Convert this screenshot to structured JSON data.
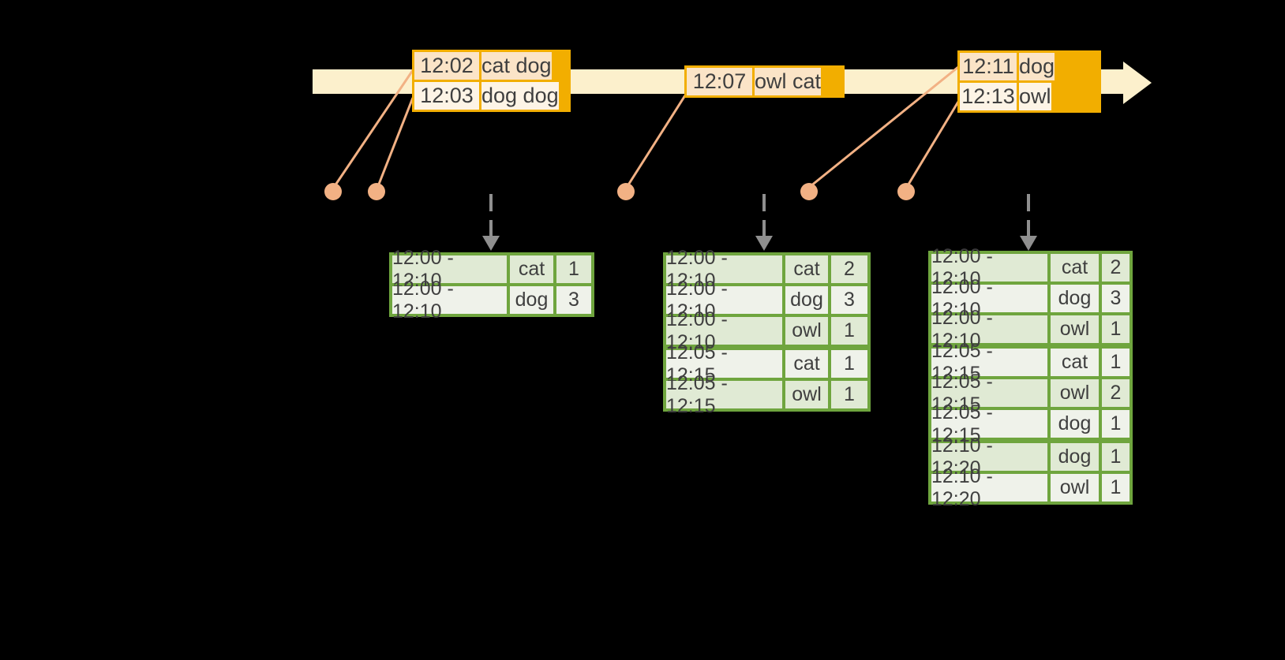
{
  "colors": {
    "event_table_border": "#F2AE00",
    "event_row_dark": "#FBE4C7",
    "event_row_light": "#FDF4E6",
    "timeline_band": "#FCF0CC",
    "connector_orange": "#F2B184",
    "result_table_border": "#6FA53E",
    "result_row_dark": "#E0EAD4",
    "result_row_light": "#EFF2EA",
    "text": "#3F3F3F",
    "trigger_arrow_gray": "#8F8F8F"
  },
  "event_tables": [
    {
      "name": "input-batch-1",
      "rows": [
        {
          "time": "12:02",
          "words": "cat dog"
        },
        {
          "time": "12:03",
          "words": "dog dog"
        }
      ]
    },
    {
      "name": "input-batch-2",
      "rows": [
        {
          "time": "12:07",
          "words": "owl cat"
        }
      ]
    },
    {
      "name": "input-batch-3",
      "rows": [
        {
          "time": "12:11",
          "words": "dog"
        },
        {
          "time": "12:13",
          "words": "owl"
        }
      ]
    }
  ],
  "result_tables": [
    {
      "name": "windowed-counts-1",
      "group_breaks": [],
      "rows": [
        {
          "window": "12:00 - 12:10",
          "word": "cat",
          "count": "1"
        },
        {
          "window": "12:00 - 12:10",
          "word": "dog",
          "count": "3"
        }
      ]
    },
    {
      "name": "windowed-counts-2",
      "group_breaks": [
        3
      ],
      "rows": [
        {
          "window": "12:00 - 12:10",
          "word": "cat",
          "count": "2"
        },
        {
          "window": "12:00 - 12:10",
          "word": "dog",
          "count": "3"
        },
        {
          "window": "12:00 - 12:10",
          "word": "owl",
          "count": "1"
        },
        {
          "window": "12:05 - 12:15",
          "word": "cat",
          "count": "1"
        },
        {
          "window": "12:05 - 12:15",
          "word": "owl",
          "count": "1"
        }
      ]
    },
    {
      "name": "windowed-counts-3",
      "group_breaks": [
        3,
        6
      ],
      "rows": [
        {
          "window": "12:00 - 12:10",
          "word": "cat",
          "count": "2"
        },
        {
          "window": "12:00 - 12:10",
          "word": "dog",
          "count": "3"
        },
        {
          "window": "12:00 - 12:10",
          "word": "owl",
          "count": "1"
        },
        {
          "window": "12:05 - 12:15",
          "word": "cat",
          "count": "1"
        },
        {
          "window": "12:05 - 12:15",
          "word": "owl",
          "count": "2"
        },
        {
          "window": "12:05 - 12:15",
          "word": "dog",
          "count": "1"
        },
        {
          "window": "12:10 - 12:20",
          "word": "dog",
          "count": "1"
        },
        {
          "window": "12:10 - 12:20",
          "word": "owl",
          "count": "1"
        }
      ]
    }
  ]
}
